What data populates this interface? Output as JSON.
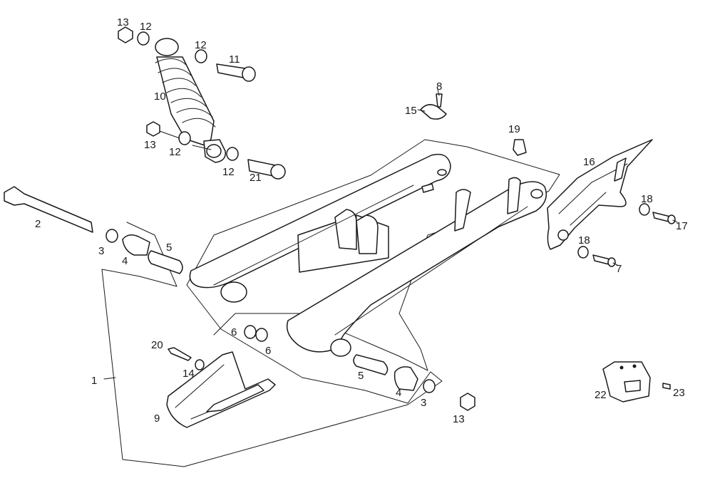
{
  "callouts": [
    {
      "id": "c13a",
      "text": "13"
    },
    {
      "id": "c12a",
      "text": "12"
    },
    {
      "id": "c12b",
      "text": "12"
    },
    {
      "id": "c11",
      "text": "11"
    },
    {
      "id": "c10",
      "text": "10"
    },
    {
      "id": "c13b",
      "text": "13"
    },
    {
      "id": "c12c",
      "text": "12"
    },
    {
      "id": "c12d",
      "text": "12"
    },
    {
      "id": "c21",
      "text": "21"
    },
    {
      "id": "c8",
      "text": "8"
    },
    {
      "id": "c15",
      "text": "15"
    },
    {
      "id": "c19",
      "text": "19"
    },
    {
      "id": "c16",
      "text": "16"
    },
    {
      "id": "c18a",
      "text": "18"
    },
    {
      "id": "c17",
      "text": "17"
    },
    {
      "id": "c18b",
      "text": "18"
    },
    {
      "id": "c7",
      "text": "7"
    },
    {
      "id": "c2",
      "text": "2"
    },
    {
      "id": "c3a",
      "text": "3"
    },
    {
      "id": "c4a",
      "text": "4"
    },
    {
      "id": "c5a",
      "text": "5"
    },
    {
      "id": "c6a",
      "text": "6"
    },
    {
      "id": "c6b",
      "text": "6"
    },
    {
      "id": "c20",
      "text": "20"
    },
    {
      "id": "c14",
      "text": "14"
    },
    {
      "id": "c1",
      "text": "1"
    },
    {
      "id": "c9",
      "text": "9"
    },
    {
      "id": "c5b",
      "text": "5"
    },
    {
      "id": "c4b",
      "text": "4"
    },
    {
      "id": "c3b",
      "text": "3"
    },
    {
      "id": "c13c",
      "text": "13"
    },
    {
      "id": "c22",
      "text": "22"
    },
    {
      "id": "c23",
      "text": "23"
    }
  ]
}
